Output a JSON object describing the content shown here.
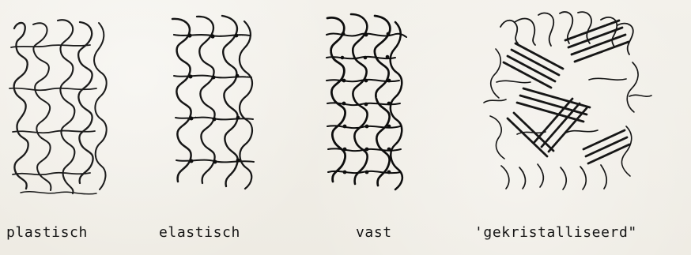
{
  "labels": {
    "plastic": "plastisch",
    "elastic": "elastisch",
    "solid": "vast",
    "crystallized": "'gekristalliseerd\""
  }
}
